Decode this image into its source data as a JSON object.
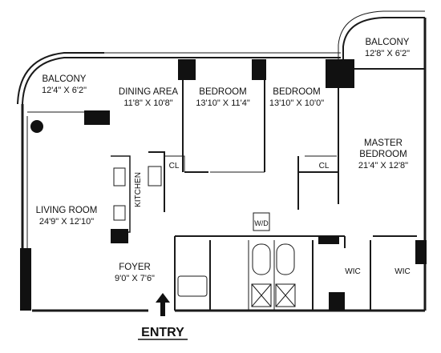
{
  "rooms": {
    "balcony_left": {
      "name": "BALCONY",
      "dims": "12'4\" X 6'2\""
    },
    "balcony_right": {
      "name": "BALCONY",
      "dims": "12'8\" X 6'2\""
    },
    "dining": {
      "name": "DINING AREA",
      "dims": "11'8\" X 10'8\""
    },
    "bedroom1": {
      "name": "BEDROOM",
      "dims": "13'10\" X 11'4\""
    },
    "bedroom2": {
      "name": "BEDROOM",
      "dims": "13'10\" X 10'0\""
    },
    "master": {
      "name_line1": "MASTER",
      "name_line2": "BEDROOM",
      "dims": "21'4\" X 12'8\""
    },
    "living": {
      "name": "LIVING ROOM",
      "dims": "24'9\" X 12'10\""
    },
    "kitchen": {
      "name": "KITCHEN"
    },
    "foyer": {
      "name": "FOYER",
      "dims": "9'0\" X 7'6\""
    }
  },
  "closets": {
    "cl1": "CL",
    "cl2": "CL"
  },
  "walk_in": {
    "wic1": "WIC",
    "wic2": "WIC"
  },
  "washer_dryer": "W/D",
  "entry_label": "ENTRY",
  "colors": {
    "wall": "#111111",
    "line": "#1a1a1a",
    "background": "#ffffff"
  }
}
